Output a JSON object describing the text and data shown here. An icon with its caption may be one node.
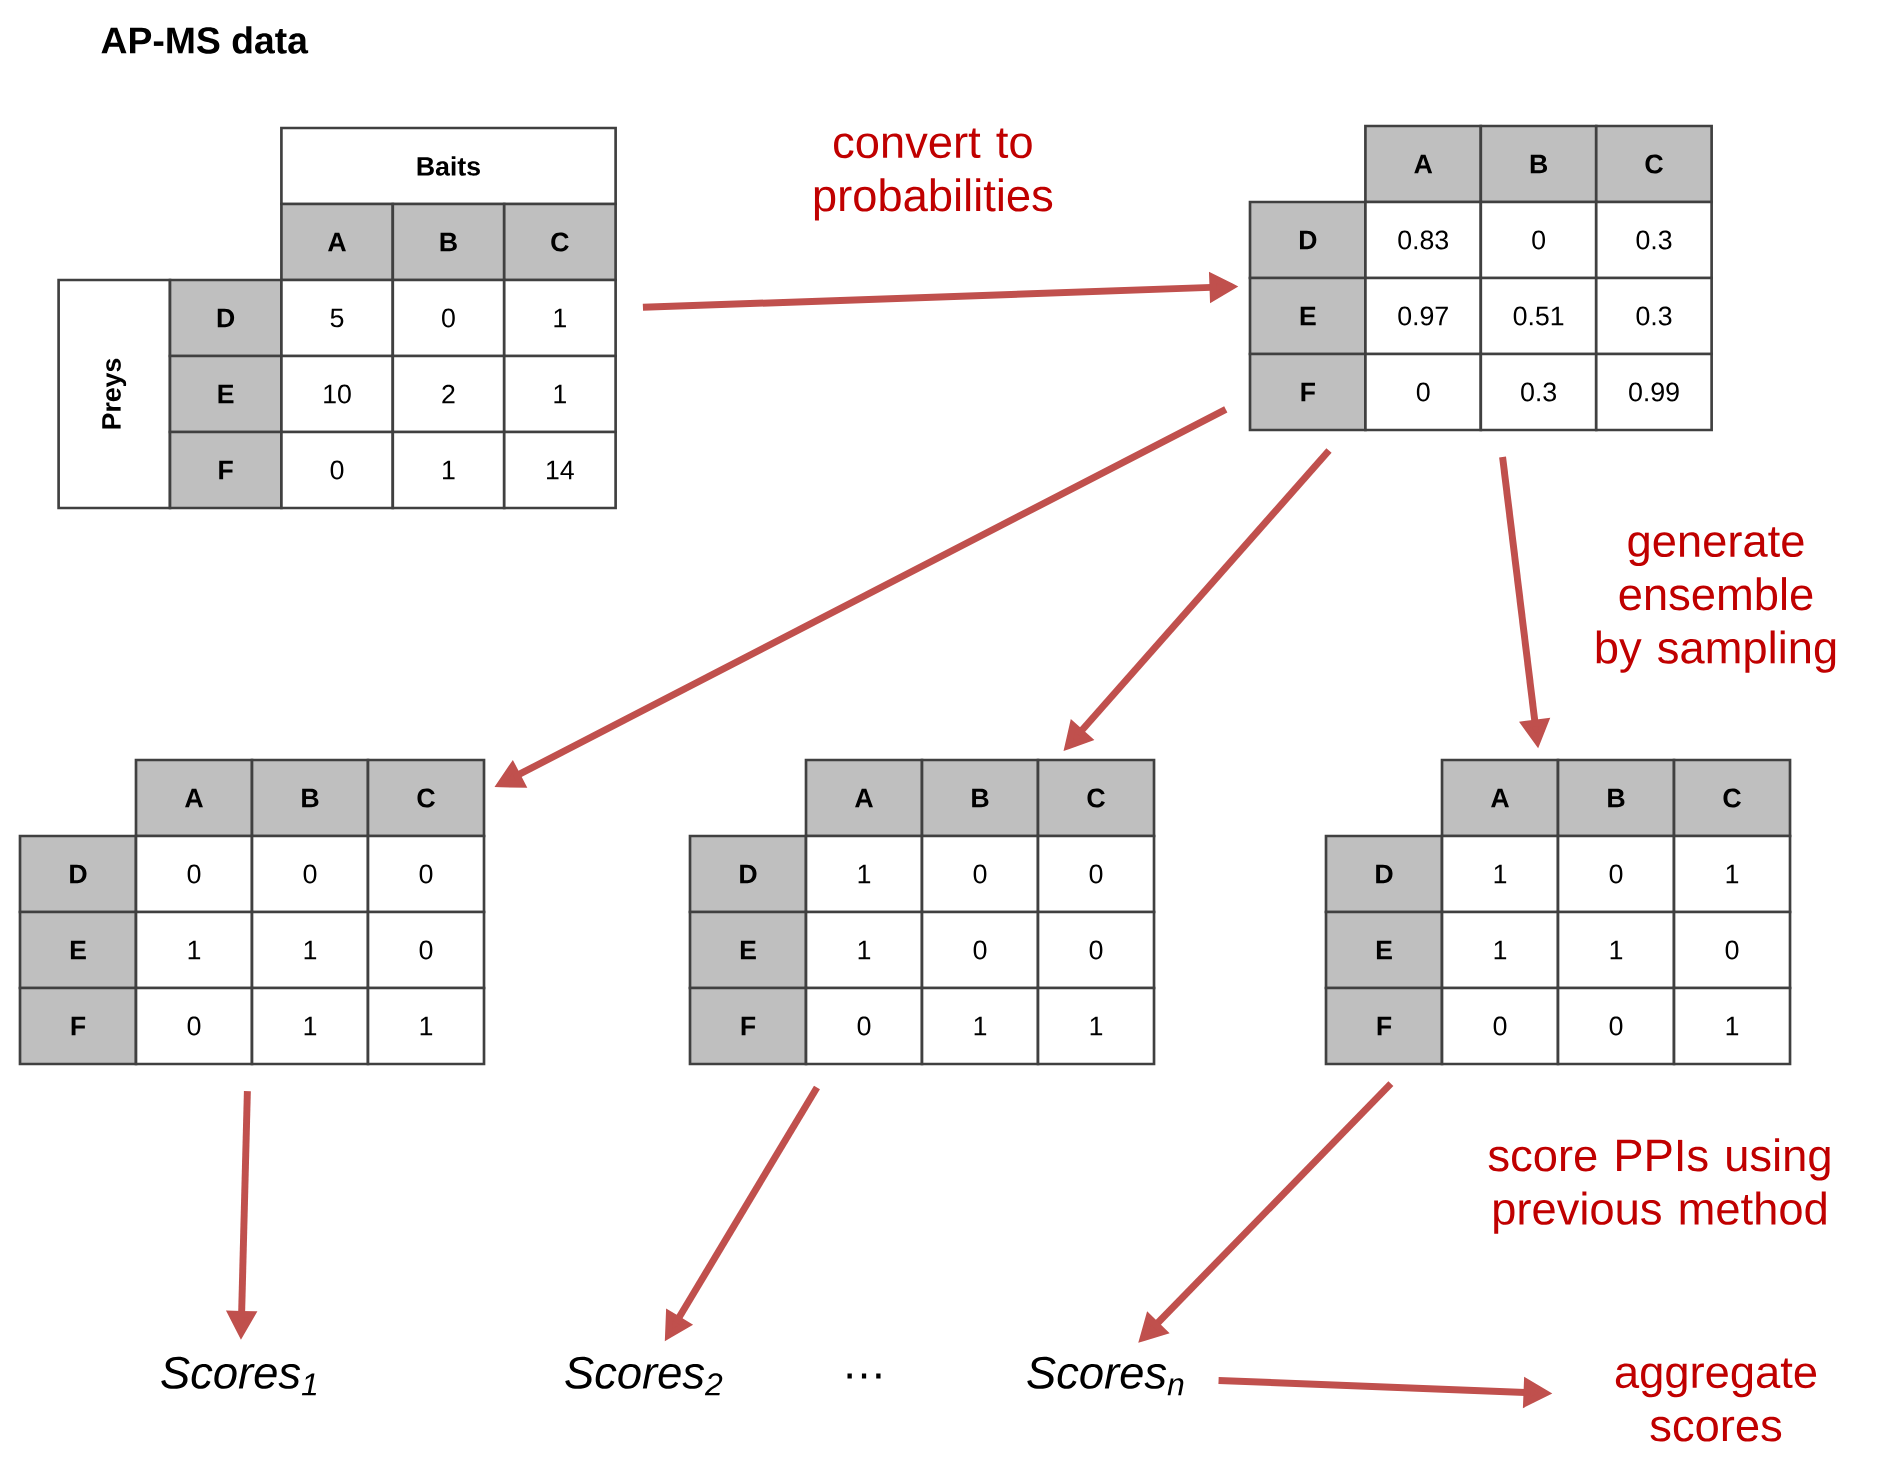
{
  "diagram": {
    "title": "AP-MS data",
    "nodes": [
      {
        "text": [
          "Baits",
          "A",
          "B",
          "C",
          "Preys",
          "D",
          "5",
          "0",
          "1",
          "E",
          "10",
          "2",
          "1",
          "F",
          "0",
          "1",
          "14"
        ]
      },
      {
        "text": [
          "A",
          "B",
          "C",
          "D",
          "0.83",
          "0",
          "0.3",
          "E",
          "0.97",
          "0.51",
          "0.3",
          "F",
          "0",
          "0.3",
          "0.99"
        ]
      },
      {
        "text": [
          "A",
          "B",
          "C",
          "D",
          "0",
          "0",
          "0",
          "E",
          "1",
          "1",
          "0",
          "F",
          "0",
          "1",
          "1"
        ]
      },
      {
        "text": [
          "A",
          "B",
          "C",
          "D",
          "1",
          "0",
          "0",
          "E",
          "1",
          "0",
          "0",
          "F",
          "0",
          "1",
          "1"
        ]
      },
      {
        "text": [
          "A",
          "B",
          "C",
          "D",
          "1",
          "0",
          "1",
          "E",
          "1",
          "1",
          "0",
          "F",
          "0",
          "0",
          "1"
        ]
      },
      {
        "text": [
          "Scores$_{1}$"
        ]
      },
      {
        "text": [
          "Scores$_{2}$"
        ]
      },
      {
        "text": [
          "Scores$_{n}$"
        ]
      },
      {
        "text": [
          "aggregate scores"
        ]
      }
    ],
    "edges": [
      {
        "from": 0,
        "to": 1,
        "arrow": "to",
        "label": "convert to probabilities"
      },
      {
        "from": 1,
        "to": 2,
        "arrow": "to"
      },
      {
        "from": 1,
        "to": 3,
        "arrow": "to"
      },
      {
        "from": 1,
        "to": 4,
        "arrow": "to"
      },
      {
        "from": 2,
        "to": 5,
        "arrow": "to"
      },
      {
        "from": 3,
        "to": 6,
        "arrow": "to"
      },
      {
        "from": 4,
        "to": 7,
        "arrow": "to"
      },
      {
        "from": 7,
        "to": 8,
        "arrow": "to"
      }
    ],
    "labels": [
      "generate ensemble by sampling",
      "score PPIs using previous method",
      "…"
    ]
  }
}
